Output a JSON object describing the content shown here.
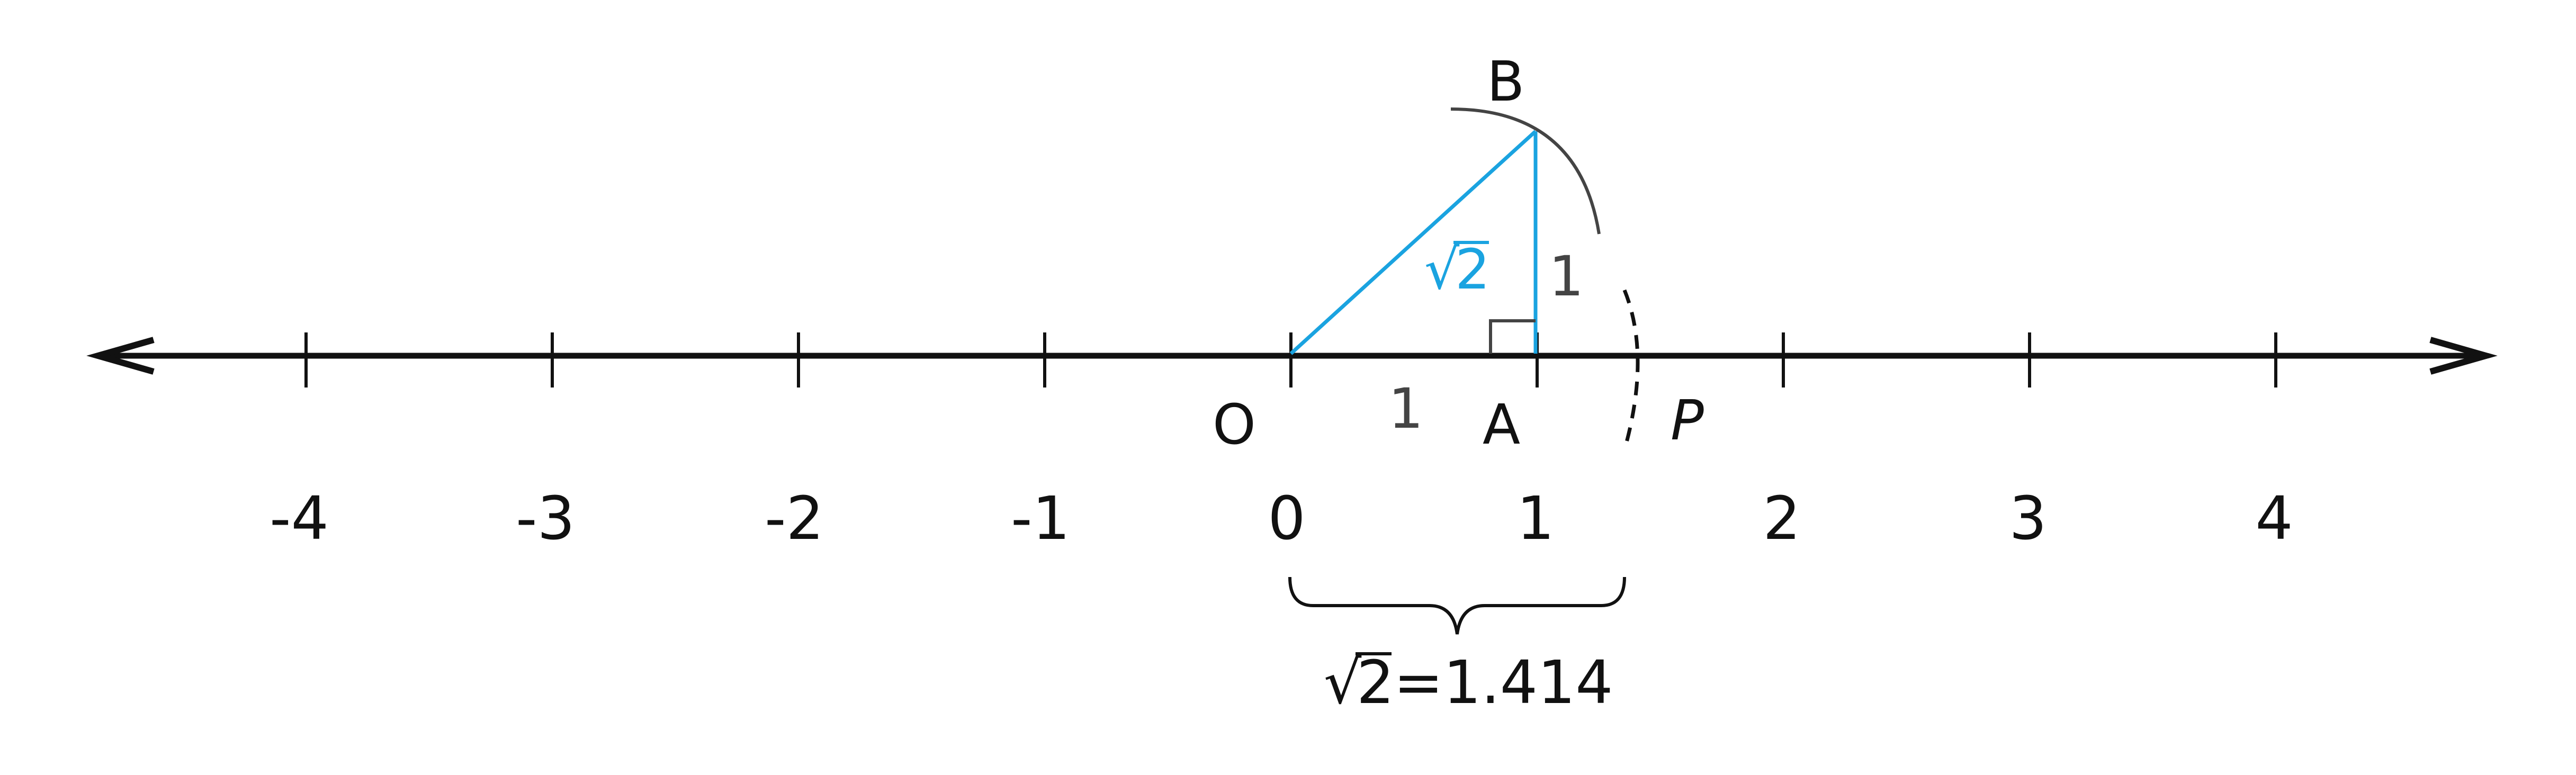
{
  "number_line": {
    "tick_values": [
      "-4",
      "-3",
      "-2",
      "-1",
      "0",
      "1",
      "2",
      "3",
      "4"
    ]
  },
  "points": {
    "origin": "O",
    "a": "A",
    "b": "B",
    "p": "P"
  },
  "triangle": {
    "base_label": "1",
    "height_label": "1",
    "hypotenuse_label": "2",
    "hypotenuse_radical": "√"
  },
  "brace": {
    "radical": "√",
    "radicand": "2",
    "value_text": "=1.414"
  },
  "colors": {
    "axis": "#111111",
    "triangle": "#1aa3e0",
    "construction": "#444444"
  }
}
